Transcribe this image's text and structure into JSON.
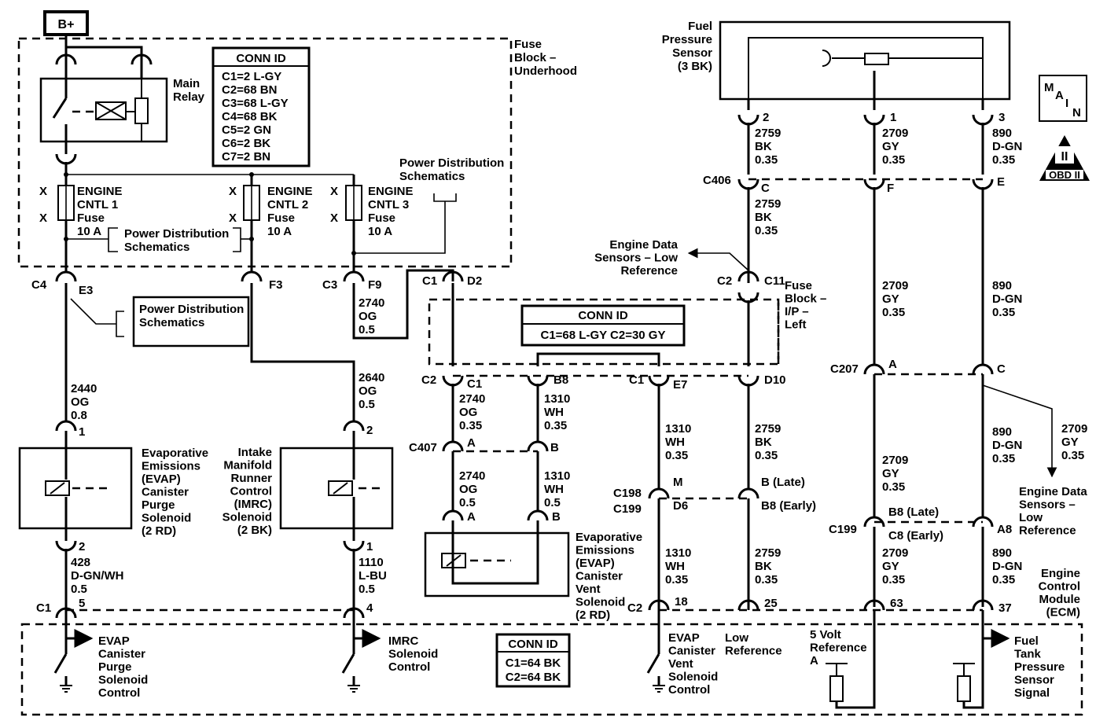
{
  "badges": {
    "battery": "B+",
    "main_stamp": [
      "M",
      "A",
      "I",
      "N"
    ],
    "obd": "OBD II",
    "obd_numeral": "II"
  },
  "fuse_block_underhood": {
    "title": [
      "Fuse",
      "Block –",
      "Underhood"
    ]
  },
  "main_relay": {
    "label": [
      "Main",
      "Relay"
    ]
  },
  "conn_id_underhood": {
    "title": "CONN ID",
    "rows": [
      "C1=2 L-GY",
      "C2=68 BN",
      "C3=68 L-GY",
      "C4=68 BK",
      "C5=2 GN",
      "C6=2 BK",
      "C7=2 BN"
    ]
  },
  "fuses": [
    {
      "name": [
        "ENGINE",
        "CNTL 1",
        "Fuse",
        "10 A"
      ]
    },
    {
      "name": [
        "ENGINE",
        "CNTL 2",
        "Fuse",
        "10 A"
      ]
    },
    {
      "name": [
        "ENGINE",
        "CNTL 3",
        "Fuse",
        "10 A"
      ]
    }
  ],
  "fuse_x_marks": "X",
  "power_distribution": [
    "Power Distribution",
    "Schematics"
  ],
  "fuel_pressure_sensor": [
    "Fuel",
    "Pressure",
    "Sensor",
    "(3 BK)"
  ],
  "fuse_block_ip": [
    "Fuse",
    "Block –",
    "I/P –",
    "Left"
  ],
  "conn_id_ip": {
    "title": "CONN ID",
    "row": "C1=68 L-GY   C2=30 GY"
  },
  "conn_id_ecm": {
    "title": "CONN ID",
    "rows": [
      "C1=64 BK",
      "C2=64 BK"
    ]
  },
  "engine_data_top": [
    "Engine Data",
    "Sensors – Low",
    "Reference"
  ],
  "engine_data_right": [
    "Engine Data",
    "Sensors –",
    "Low",
    "Reference"
  ],
  "ecm_label": [
    "Engine",
    "Control",
    "Module",
    "(ECM)"
  ],
  "components": {
    "evap_purge": [
      "Evaporative",
      "Emissions",
      "(EVAP)",
      "Canister",
      "Purge",
      "Solenoid",
      "(2 RD)"
    ],
    "imrc": [
      "Intake",
      "Manifold",
      "Runner",
      "Control",
      "(IMRC)",
      "Solenoid",
      "(2 BK)"
    ],
    "evap_vent": [
      "Evaporative",
      "Emissions",
      "(EVAP)",
      "Canister",
      "Vent",
      "Solenoid",
      "(2 RD)"
    ]
  },
  "ecm_functions": {
    "purge": [
      "EVAP",
      "Canister",
      "Purge",
      "Solenoid",
      "Control"
    ],
    "imrc": [
      "IMRC",
      "Solenoid",
      "Control"
    ],
    "vent": [
      "EVAP",
      "Canister",
      "Vent",
      "Solenoid",
      "Control"
    ],
    "low_ref": [
      "Low",
      "Reference"
    ],
    "five_volt": [
      "5 Volt",
      "Reference",
      "A"
    ],
    "ftp": [
      "Fuel",
      "Tank",
      "Pressure",
      "Sensor",
      "Signal"
    ]
  },
  "connector_labels": {
    "c4": "C4",
    "e3": "E3",
    "f3": "F3",
    "c3": "C3",
    "f9": "F9",
    "c1_d2_c": "C1",
    "d2": "D2",
    "c2_c1_c": "C2",
    "c1_pin": "C1",
    "b8": "B8",
    "c1_e7_c": "C1",
    "e7": "E7",
    "d10": "D10",
    "c2_c11_c": "C2",
    "c11": "C11",
    "c406": "C406",
    "c406_c": "C",
    "c406_f": "F",
    "c406_e": "E",
    "c207": "C207",
    "c207_a": "A",
    "c207_c": "C",
    "c407": "C407",
    "c407_a": "A",
    "c407_b": "B",
    "c198": "C198",
    "c199_a": "C199",
    "m": "M",
    "d6": "D6",
    "b_late": "B (Late)",
    "b8_early": "B8 (Early)",
    "c199_b": "C199",
    "b8_late": "B8 (Late)",
    "c8_early": "C8 (Early)",
    "a8": "A8",
    "c1_ecm": "C1",
    "pin5": "5",
    "pin4": "4",
    "c2_ecm": "C2",
    "pin18": "18",
    "pin25": "25",
    "pin63": "63",
    "pin37": "37",
    "p1_purge": "1",
    "p2_purge": "2",
    "p2_imrc": "2",
    "p1_imrc": "1",
    "vent_a": "A",
    "vent_b": "B",
    "fps_2": "2",
    "fps_1": "1",
    "fps_3": "3"
  },
  "wire_labels": {
    "w2740_f9": [
      "2740",
      "OG",
      "0.5"
    ],
    "w2440": [
      "2440",
      "OG",
      "0.8"
    ],
    "w2640": [
      "2640",
      "OG",
      "0.5"
    ],
    "w428": [
      "428",
      "D-GN/WH",
      "0.5"
    ],
    "w1110": [
      "1110",
      "L-BU",
      "0.5"
    ],
    "w2740_a": [
      "2740",
      "OG",
      "0.35"
    ],
    "w1310_a": [
      "1310",
      "WH",
      "0.35"
    ],
    "w2740_b": [
      "2740",
      "OG",
      "0.5"
    ],
    "w1310_b": [
      "1310",
      "WH",
      "0.5"
    ],
    "w1310_c": [
      "1310",
      "WH",
      "0.35"
    ],
    "w1310_d": [
      "1310",
      "WH",
      "0.35"
    ],
    "w2759_a": [
      "2759",
      "BK",
      "0.35"
    ],
    "w2759_b": [
      "2759",
      "BK",
      "0.35"
    ],
    "w2759_c": [
      "2759",
      "BK",
      "0.35"
    ],
    "w2759_d": [
      "2759",
      "BK",
      "0.35"
    ],
    "w2709_a": [
      "2709",
      "GY",
      "0.35"
    ],
    "w2709_b": [
      "2709",
      "GY",
      "0.35"
    ],
    "w2709_c": [
      "2709",
      "GY",
      "0.35"
    ],
    "w2709_d": [
      "2709",
      "GY",
      "0.35"
    ],
    "w2709_e": [
      "2709",
      "GY",
      "0.35"
    ],
    "w890_a": [
      "890",
      "D-GN",
      "0.35"
    ],
    "w890_b": [
      "890",
      "D-GN",
      "0.35"
    ],
    "w890_c": [
      "890",
      "D-GN",
      "0.35"
    ],
    "w890_d": [
      "890",
      "D-GN",
      "0.35"
    ]
  }
}
